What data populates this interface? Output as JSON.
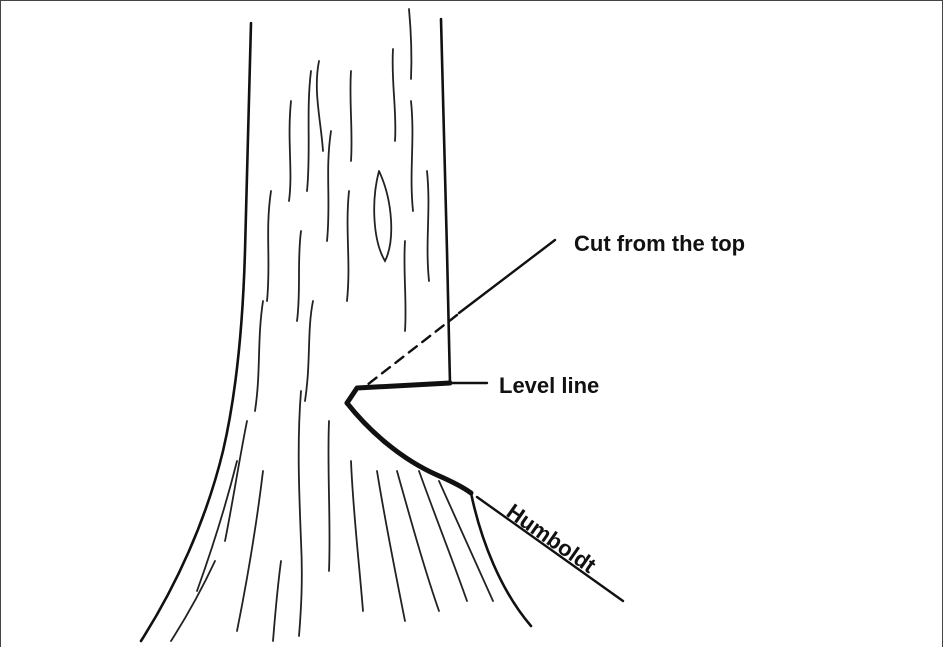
{
  "labels": {
    "top_cut": "Cut from the top",
    "level_line": "Level line",
    "humboldt": "Humboldt"
  },
  "colors": {
    "ink": "#111111",
    "background": "#ffffff"
  }
}
